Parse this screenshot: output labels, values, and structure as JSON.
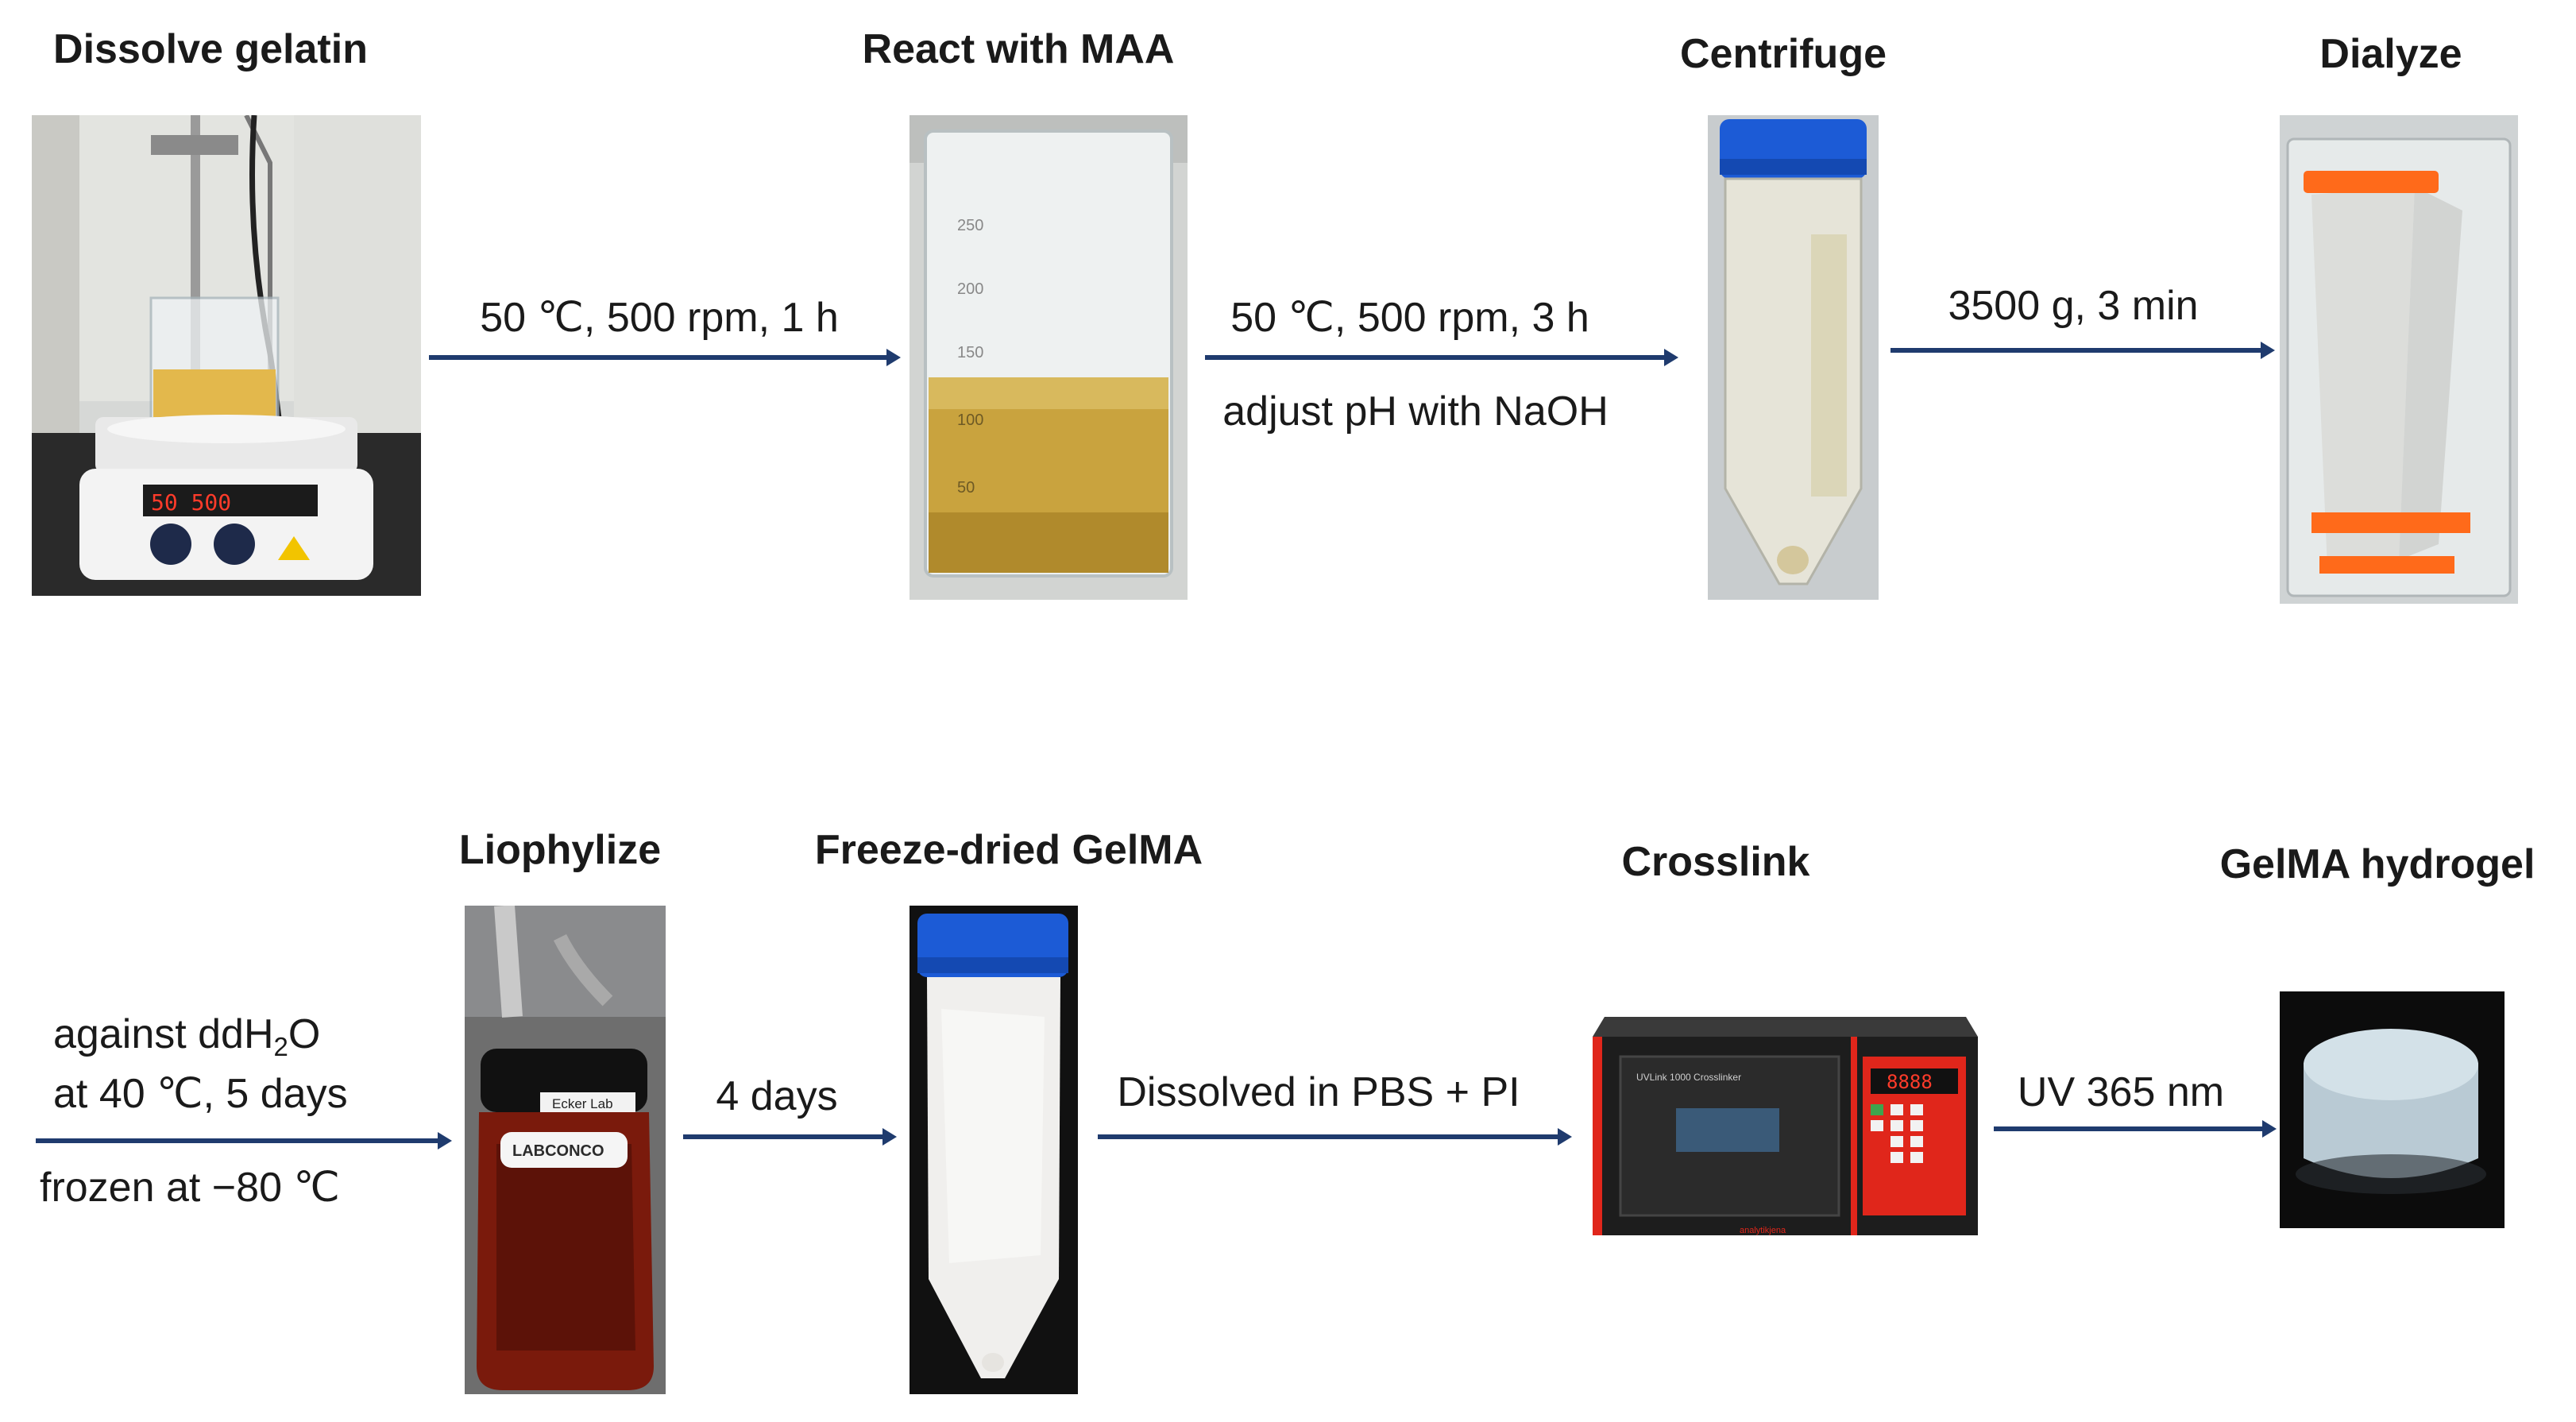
{
  "row1": {
    "steps": [
      "Dissolve gelatin",
      "React with MAA",
      "Centrifuge",
      "Dialyze"
    ],
    "arrows": [
      {
        "top": "50 ℃, 500 rpm, 1 h",
        "bottom": ""
      },
      {
        "top": "50 ℃, 500 rpm, 3 h",
        "bottom": "adjust pH with NaOH"
      },
      {
        "top": "3500 g, 3 min",
        "bottom": ""
      }
    ]
  },
  "row2": {
    "steps": [
      "Liophylize",
      "Freeze-dried GelMA",
      "Crosslink",
      "GelMA hydrogel"
    ],
    "lead_arrow": {
      "line1_prefix": "against ddH",
      "line1_sub": "2",
      "line1_suffix": "O",
      "line2": "at 40 ℃, 5 days",
      "bottom": "frozen at −80 ℃"
    },
    "arrows": [
      {
        "top": "4 days"
      },
      {
        "top": "Dissolved in PBS + PI"
      },
      {
        "top": "UV 365 nm"
      }
    ]
  },
  "photo_labels": {
    "stirrer_display": "50  500",
    "beaker_marks": [
      "250",
      "200",
      "150",
      "100",
      "50"
    ],
    "lyophilizer_top": "Ecker Lab",
    "lyophilizer_brand": "LABCONCO",
    "crosslinker_model": "UVLink 1000 Crosslinker",
    "crosslinker_display": "8888",
    "crosslinker_brand": "analytikjena"
  },
  "colors": {
    "arrow": "#1f3b6e",
    "text": "#1a1a1a"
  }
}
